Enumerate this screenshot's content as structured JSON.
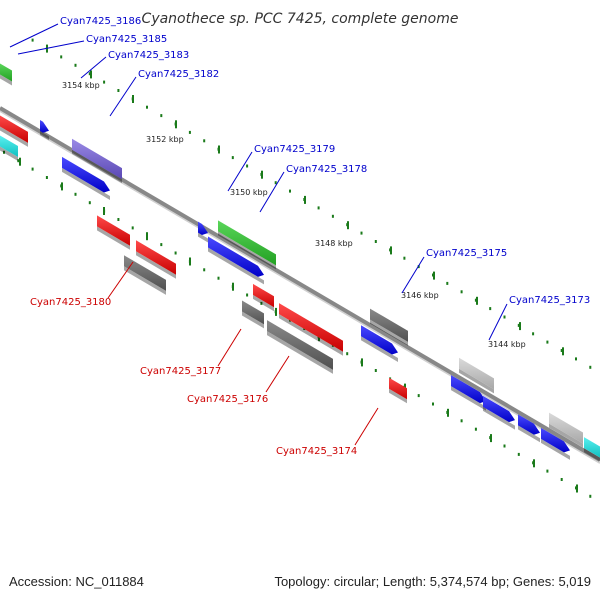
{
  "title": "Cyanothece sp. PCC 7425, complete genome",
  "footer": {
    "accession": "Accession: NC_011884",
    "stats": "Topology: circular; Length: 5,374,574 bp; Genes: 5,019"
  },
  "colors": {
    "forward_label": "#0000cc",
    "reverse_label": "#cc0000",
    "backbone": "#888888",
    "tick": "#1a7a1a"
  },
  "kbp_labels": [
    "3154 kbp",
    "3152 kbp",
    "3150 kbp",
    "3148 kbp",
    "3146 kbp",
    "3144 kbp"
  ],
  "forward_genes": [
    "Cyan7425_3186",
    "Cyan7425_3185",
    "Cyan7425_3183",
    "Cyan7425_3182",
    "Cyan7425_3179",
    "Cyan7425_3178",
    "Cyan7425_3175",
    "Cyan7425_3173"
  ],
  "reverse_genes": [
    "Cyan7425_3180",
    "Cyan7425_3177",
    "Cyan7425_3176",
    "Cyan7425_3174"
  ]
}
